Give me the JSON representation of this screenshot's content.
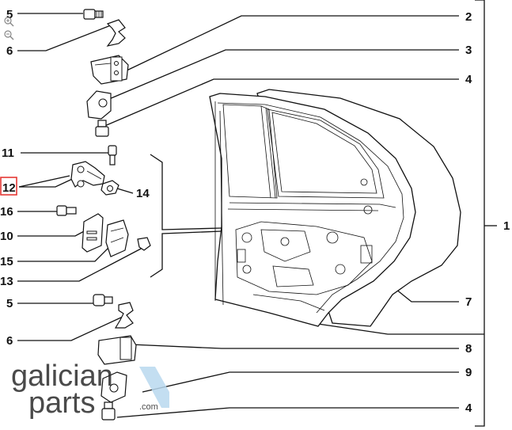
{
  "toolbar": {
    "zoom_in_icon": "zoom-in-icon",
    "zoom_out_icon": "zoom-out-icon"
  },
  "callouts": {
    "c1": "1",
    "c2": "2",
    "c3": "3",
    "c4a": "4",
    "c4b": "4",
    "c5a": "5",
    "c5b": "5",
    "c6a": "6",
    "c6b": "6",
    "c7": "7",
    "c8": "8",
    "c9": "9",
    "c10": "10",
    "c11": "11",
    "c12": "12",
    "c13": "13",
    "c14": "14",
    "c15": "15",
    "c16": "16"
  },
  "highlighted_callout": "12",
  "logo": {
    "line1": "galician",
    "line2": "parts",
    "suffix": ".com"
  },
  "colors": {
    "line": "#111111",
    "highlight": "#e53935",
    "logo_blue": "#b9d8ef",
    "logo_text": "#2b2b2b"
  }
}
